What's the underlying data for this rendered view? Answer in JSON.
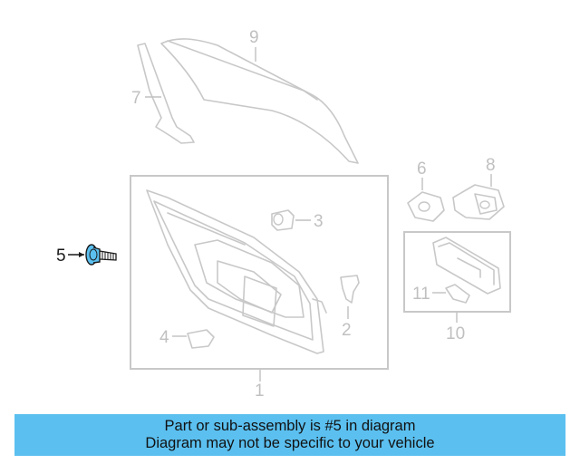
{
  "diagram": {
    "callouts": {
      "c1": "1",
      "c2": "2",
      "c3": "3",
      "c4": "4",
      "c5": "5",
      "c6": "6",
      "c7": "7",
      "c8": "8",
      "c9": "9",
      "c10": "10",
      "c11": "11"
    },
    "highlighted_part": "5",
    "colors": {
      "highlight": "#5bc0f0",
      "parts": "#c8c8c8",
      "banner": "#5bc0f0"
    }
  },
  "banner": {
    "line1": "Part or sub-assembly is #5 in diagram",
    "line2": "Diagram may not be specific to your vehicle"
  }
}
